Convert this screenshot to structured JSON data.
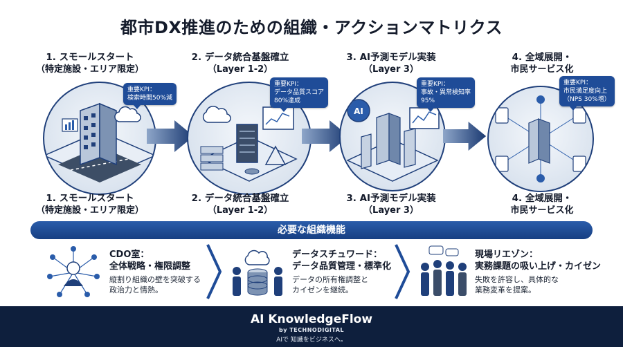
{
  "title": "都市DX推進のための組織・アクションマトリクス",
  "stages": [
    {
      "top_label_1": "1. スモールスタート",
      "top_label_2": "（特定施設・エリア限定）",
      "bottom_label_1": "1. スモールスタート",
      "bottom_label_2": "（特定施設・エリア限定）",
      "kpi_1": "重要KPI：",
      "kpi_2": "検索時間50%減",
      "kpi_3": "",
      "icon": "building-crossroad-icon"
    },
    {
      "top_label_1": "2. データ統合基盤確立",
      "top_label_2": "（Layer 1-2）",
      "bottom_label_1": "2. データ統合基盤確立",
      "bottom_label_2": "（Layer 1-2）",
      "kpi_1": "重要KPI：",
      "kpi_2": "データ品質スコア",
      "kpi_3": "80%達成",
      "icon": "data-platform-icon"
    },
    {
      "top_label_1": "3. AI予測モデル実装",
      "top_label_2": "（Layer 3）",
      "bottom_label_1": "3. AI予測モデル実装",
      "bottom_label_2": "（Layer 3）",
      "kpi_1": "重要KPI：",
      "kpi_2": "事故・異常検知率",
      "kpi_3": "95%",
      "icon": "ai-city-icon"
    },
    {
      "top_label_1": "4. 全域展開・",
      "top_label_2": "市民サービス化",
      "bottom_label_1": "4. 全域展開・",
      "bottom_label_2": "市民サービス化",
      "kpi_1": "重要KPI：",
      "kpi_2": "市民満足度向上",
      "kpi_3": "（NPS 30%増）",
      "icon": "smart-city-network-icon"
    }
  ],
  "banner": "必要な組織機能",
  "functions": [
    {
      "title_1": "CDO室：",
      "title_2": "全体戦略・権限調整",
      "desc_1": "縦割り組織の壁を突破する",
      "desc_2": "政治力と情熱。",
      "icon": "cdo-network-icon"
    },
    {
      "title_1": "データスチュワード：",
      "title_2": "データ品質管理・標準化",
      "desc_1": "データの所有権調整と",
      "desc_2": "カイゼンを継続。",
      "icon": "data-steward-icon"
    },
    {
      "title_1": "現場リエゾン：",
      "title_2": "実務課題の吸い上げ・カイゼン",
      "desc_1": "失敗を許容し、具体的な",
      "desc_2": "業務変革を提案。",
      "icon": "field-liaison-icon"
    }
  ],
  "footer": {
    "brand": "AI KnowledgeFlow",
    "sub": "by TECHNODIGITAL",
    "tagline": "AIで 知識をビジネスへ。"
  },
  "colors": {
    "navy": "#0e1f3d",
    "blue": "#1f4c98",
    "banner": "#2a5caa"
  }
}
